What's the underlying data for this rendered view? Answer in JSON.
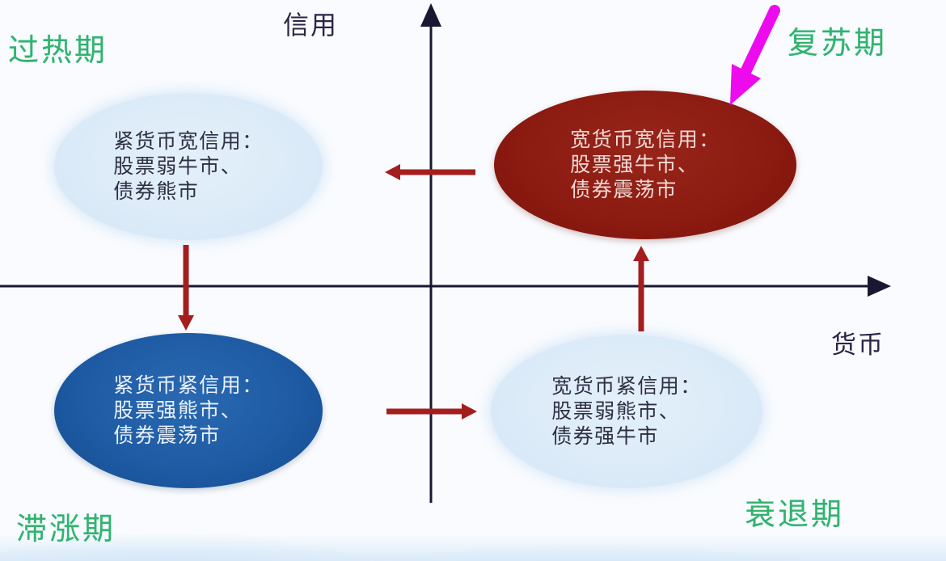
{
  "diagram": {
    "axes": {
      "y_axis_label": "信用",
      "x_axis_label": "货币"
    },
    "phase_labels": {
      "top_left": "过热期",
      "top_right": "复苏期",
      "bottom_left": "滞涨期",
      "bottom_right": "衰退期"
    },
    "quadrants": {
      "top_left": {
        "line1": "紧货币宽信用：",
        "line2": "股票弱牛市、",
        "line3": "债券熊市"
      },
      "top_right": {
        "line1": "宽货币宽信用：",
        "line2": "股票强牛市、",
        "line3": "债券震荡市"
      },
      "bottom_left": {
        "line1": "紧货币紧信用：",
        "line2": "股票强熊市、",
        "line3": "债券震荡市"
      },
      "bottom_right": {
        "line1": "宽货币紧信用：",
        "line2": "股票弱熊市、",
        "line3": "债券强牛市"
      }
    },
    "icons": {
      "y_axis": "up-axis-arrow-icon",
      "x_axis": "right-axis-arrow-icon",
      "cycle_arrow_top": "left-arrow-icon",
      "cycle_arrow_left": "down-arrow-icon",
      "cycle_arrow_bottom": "right-arrow-icon",
      "cycle_arrow_right": "up-arrow-icon",
      "highlight": "magenta-diagonal-arrow-icon"
    },
    "colors": {
      "background": "#f9fbfe",
      "light_ellipse": "#dcebf8",
      "dark_red_ellipse": "#8b1a10",
      "dark_blue_ellipse": "#1e5ba4",
      "cycle_arrow_red": "#a41e1e",
      "highlight_magenta": "#ed0bed",
      "axis": "#1a1733",
      "phase_label_green": "#33b26e"
    }
  }
}
